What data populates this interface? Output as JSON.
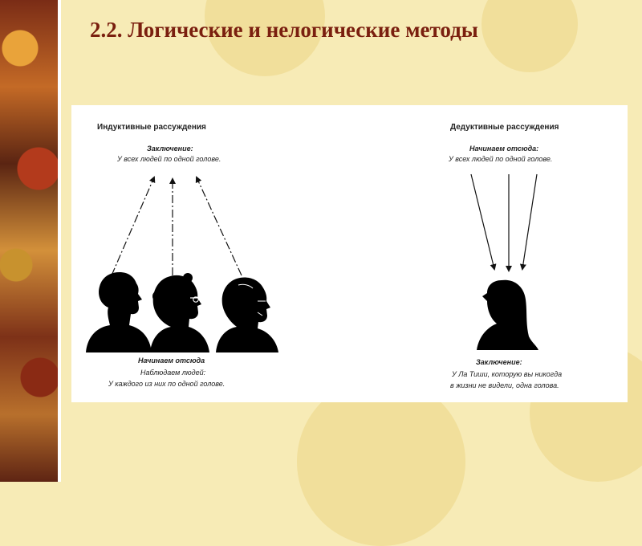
{
  "slide": {
    "title": "2.2. Логические и нелогические методы"
  },
  "inductive": {
    "header": "Индуктивные рассуждения",
    "conclusion_label": "Заключение:",
    "conclusion_text": "У всех людей по одной голове.",
    "start_label": "Начинаем отсюда",
    "start_line1": "Наблюдаем людей:",
    "start_line2": "У каждого из них по одной голове."
  },
  "deductive": {
    "header": "Дедуктивные рассуждения",
    "start_label": "Начинаем отсюда:",
    "start_text": "У всех людей по одной голове.",
    "conclusion_label": "Заключение:",
    "conclusion_line1": "У Ла Тиши, которую вы никогда",
    "conclusion_line2": "в жизни не видели, одна голова."
  },
  "colors": {
    "title": "#7a1f0f",
    "background": "#f7ebb6",
    "panel": "#ffffff",
    "ink": "#000000"
  }
}
